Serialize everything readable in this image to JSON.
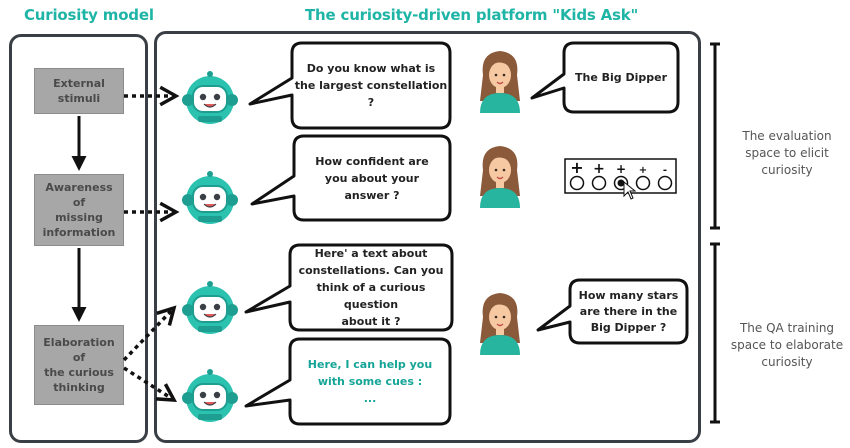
{
  "headings": {
    "curiosity_model": "Curiosity model",
    "platform": "The curiosity-driven platform \"Kids Ask\""
  },
  "model_steps": [
    {
      "label": "External\nstimuli"
    },
    {
      "label": "Awareness of\nmissing\ninformation"
    },
    {
      "label": "Elaboration of\nthe curious\nthinking"
    }
  ],
  "robot_bubbles": [
    {
      "text": "Do you know what is\nthe largest constellation\n?",
      "style": "normal"
    },
    {
      "text": "How confident are\nyou about your\nanswer ?",
      "style": "normal"
    },
    {
      "text": "Here' a text about\nconstellations. Can you\nthink of a curious question\nabout it ?",
      "style": "normal"
    },
    {
      "text": "Here, I can help you\nwith some cues :\n...",
      "style": "teal"
    }
  ],
  "child_bubbles": [
    {
      "text": "The Big Dipper"
    },
    {
      "text": "How many stars\nare there in the\nBig Dipper ?"
    }
  ],
  "confidence_scale": {
    "symbols": [
      "+",
      "+",
      "+",
      "+",
      "-"
    ],
    "options": 5,
    "selected_index": 2
  },
  "side_labels": {
    "evaluation": "The evaluation\nspace to elicit\ncuriosity",
    "qa_training": "The QA training\nspace to elaborate\ncuriosity"
  },
  "colors": {
    "teal": "#1fb5a6",
    "robot_body": "#2bc2b0",
    "panel_border": "#3a3f45",
    "step_box": "#a7a7a7",
    "girl_hair": "#8a5a3a",
    "girl_shirt": "#27b5a0"
  },
  "icons": [
    "robot-icon",
    "girl-icon",
    "cursor-icon"
  ]
}
